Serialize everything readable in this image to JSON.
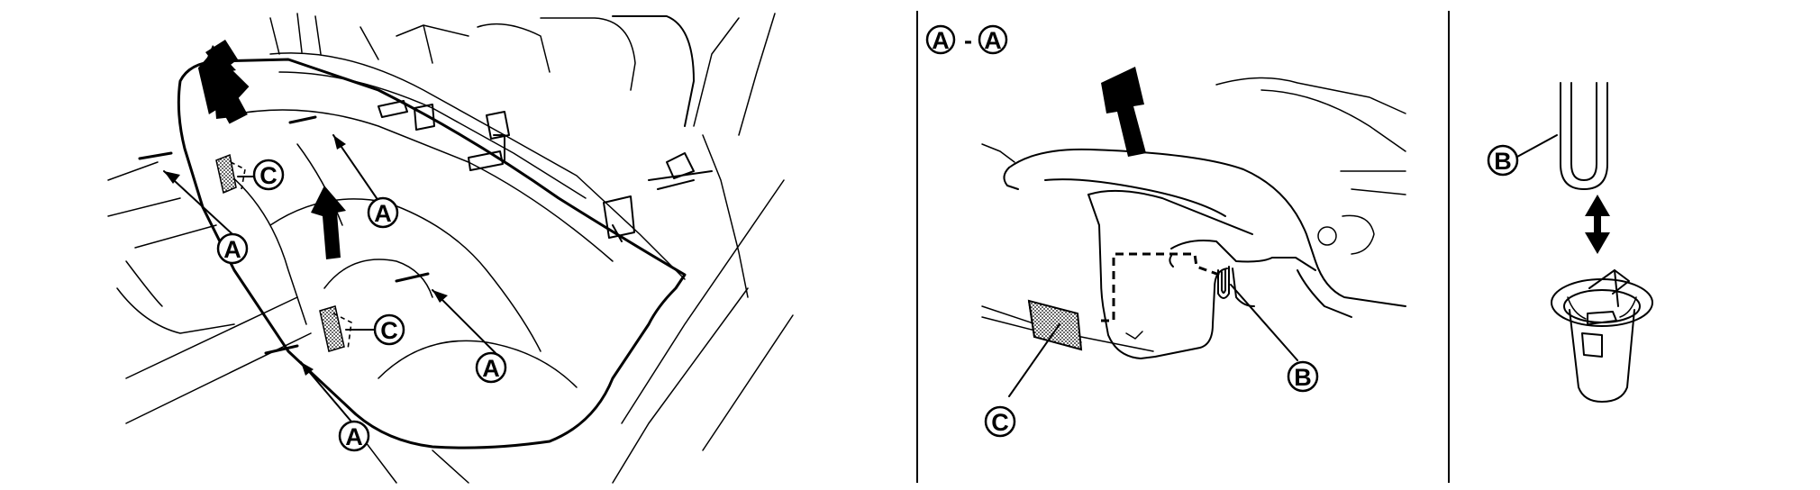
{
  "callouts": {
    "a": "A",
    "b": "B",
    "c": "C"
  },
  "section_view": {
    "label_from": "A",
    "separator": "-",
    "label_to": "A"
  },
  "icons": {
    "lift_arrow": "lift-up-arrow-icon",
    "insertion_arrow": "double-headed-arrow-icon",
    "clip": "seat-clip-icon",
    "hook": "wire-hook-icon",
    "pointer": "pointer-arrow-icon"
  },
  "colors": {
    "line": "#000000",
    "background": "#ffffff",
    "hatch": "#6a6a6a"
  }
}
